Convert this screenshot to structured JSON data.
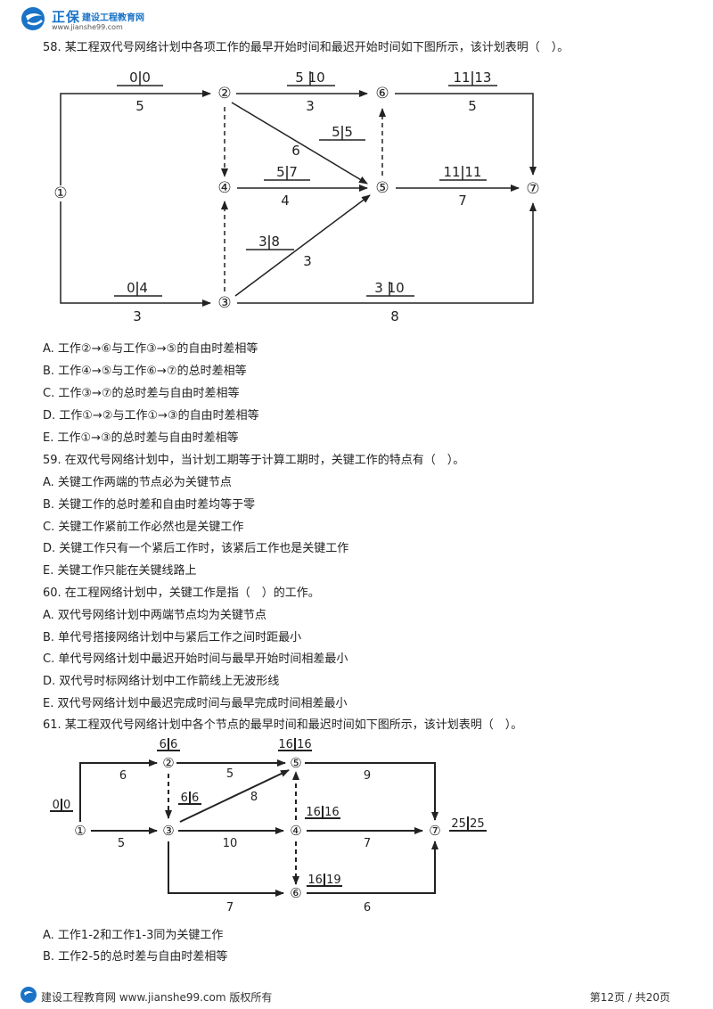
{
  "logo": {
    "name": "正保",
    "sub": "建设工程教育网",
    "url": "www.jianshe99.com"
  },
  "q58": {
    "title": "58. 某工程双代号网络计划中各项工作的最早开始时间和最迟开始时间如下图所示，该计划表明（　）。",
    "options": [
      "A. 工作②→⑥与工作③→⑤的自由时差相等",
      "B. 工作④→⑤与工作⑥→⑦的总时差相等",
      "C. 工作③→⑦的总时差与自由时差相等",
      "D. 工作①→②与工作①→③的自由时差相等",
      "E. 工作①→③的总时差与自由时差相等"
    ]
  },
  "q59": {
    "title": "59. 在双代号网络计划中，当计划工期等于计算工期时，关键工作的特点有（　）。",
    "options": [
      "A. 关键工作两端的节点必为关键节点",
      "B. 关键工作的总时差和自由时差均等于零",
      "C. 关键工作紧前工作必然也是关键工作",
      "D. 关键工作只有一个紧后工作时，该紧后工作也是关键工作",
      "E. 关键工作只能在关键线路上"
    ]
  },
  "q60": {
    "title": "60. 在工程网络计划中，关键工作是指（　）的工作。",
    "options": [
      "A. 双代号网络计划中两端节点均为关键节点",
      "B. 单代号搭接网络计划中与紧后工作之间时距最小",
      "C. 单代号网络计划中最迟开始时间与最早开始时间相差最小",
      "D. 双代号时标网络计划中工作箭线上无波形线",
      "E. 双代号网络计划中最迟完成时间与最早完成时间相差最小"
    ]
  },
  "q61": {
    "title": "61. 某工程双代号网络计划中各个节点的最早时间和最迟时间如下图所示，该计划表明（　）。",
    "options": [
      "A. 工作1-2和工作1-3同为关键工作",
      "B. 工作2-5的总时差与自由时差相等"
    ]
  },
  "diagram1": {
    "nodes": [
      "①",
      "②",
      "③",
      "④",
      "⑤",
      "⑥",
      "⑦"
    ],
    "labels": {
      "a12": "0 0",
      "d12": "5",
      "a26": "5 10",
      "d26": "3",
      "a67": "11 13",
      "d67": "5",
      "d25": "6",
      "a25": "5 5",
      "a45": "5 7",
      "d45": "4",
      "a57": "11 11",
      "d57": "7",
      "a35": "3 8",
      "d35": "3",
      "a13": "0 4",
      "d13": "3",
      "a37": "3 10",
      "d37": "8"
    }
  },
  "diagram2": {
    "nodes": [
      "①",
      "②",
      "③",
      "④",
      "⑤",
      "⑥",
      "⑦"
    ],
    "labels": {
      "t1": "0 0",
      "t2": "6 6",
      "t3": "6 6",
      "t4": "16 16",
      "t5": "16 16",
      "t6": "16 19",
      "t7": "25 25",
      "d12": "6",
      "d25": "5",
      "d57": "9",
      "d35": "8",
      "d13": "5",
      "d34": "10",
      "d47": "7",
      "d36": "7",
      "d67": "6"
    }
  },
  "footer": {
    "site": "建设工程教育网 www.jianshe99.com 版权所有",
    "page": "第12页 / 共20页"
  },
  "colors": {
    "brand": "#1a73c7"
  }
}
